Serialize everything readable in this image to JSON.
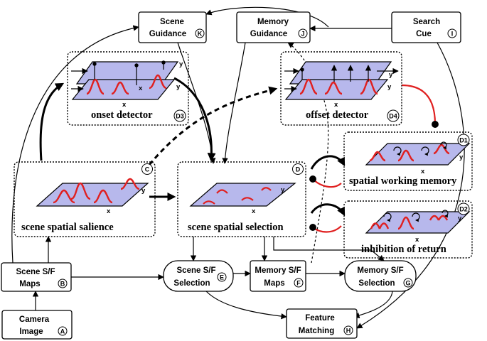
{
  "nodes": {
    "scene_guidance": {
      "line1": "Scene",
      "line2": "Guidance",
      "badge": "K"
    },
    "memory_guidance": {
      "line1": "Memory",
      "line2": "Guidance",
      "badge": "J"
    },
    "search_cue": {
      "line1": "Search",
      "line2": "Cue",
      "badge": "I"
    },
    "scene_sf_maps": {
      "line1": "Scene S/F",
      "line2": "Maps",
      "badge": "B"
    },
    "camera_image": {
      "line1": "Camera",
      "line2": "Image",
      "badge": "A"
    },
    "scene_sf_selection": {
      "line1": "Scene S/F",
      "line2": "Selection",
      "badge": "E"
    },
    "memory_sf_maps": {
      "line1": "Memory S/F",
      "line2": "Maps",
      "badge": "F"
    },
    "memory_sf_selection": {
      "line1": "Memory S/F",
      "line2": "Selection",
      "badge": "G"
    },
    "feature_matching": {
      "line1": "Feature",
      "line2": "Matching",
      "badge": "H"
    }
  },
  "panels": {
    "onset_detector": {
      "title": "onset detector",
      "badge": "D3"
    },
    "offset_detector": {
      "title": "offset detector",
      "badge": "D4"
    },
    "scene_spatial_salience": {
      "title": "scene spatial salience",
      "badge": "C"
    },
    "scene_spatial_selection": {
      "title": "scene spatial selection",
      "badge": "D"
    },
    "spatial_working_memory": {
      "title": "spatial working memory",
      "badge": "D1"
    },
    "inhibition_of_return": {
      "title": "inhibition of return",
      "badge": "D2"
    }
  },
  "axes": {
    "x": "x",
    "y": "y"
  },
  "colors": {
    "plane": "#b7b8ec",
    "activity": "#e02020",
    "stroke": "#000000"
  }
}
